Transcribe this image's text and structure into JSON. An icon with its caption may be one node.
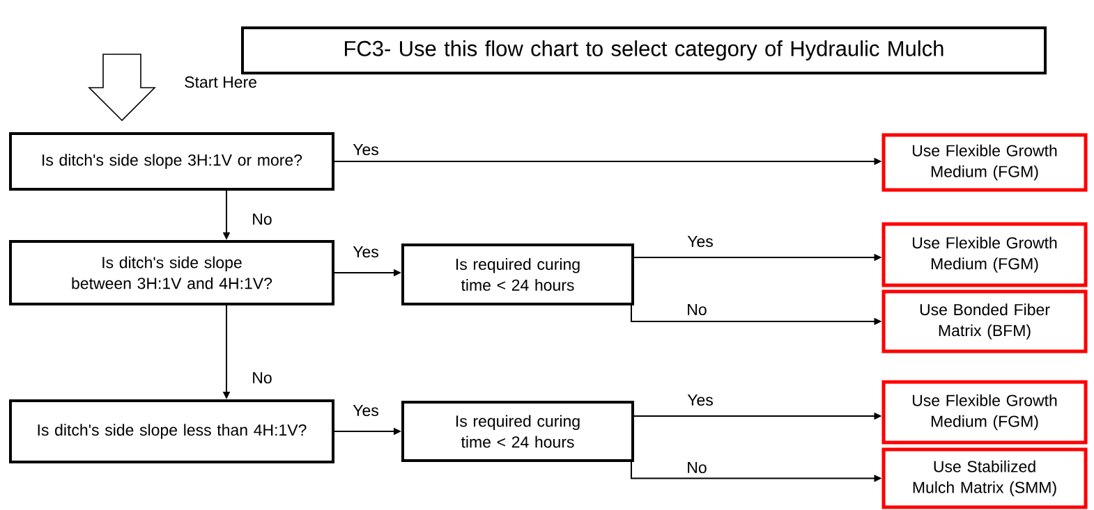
{
  "diagram": {
    "nodes": [
      {
        "text": [
          "FC3- Use this flow chart to select category of Hydraulic Mulch"
        ]
      },
      {
        "text": [
          "Is ditch's side slope 3H:1V or more?"
        ]
      },
      {
        "text": [
          "Use Flexible Growth Medium (FGM)"
        ]
      },
      {
        "text": [
          "Is ditch's side slope between 3H:1V and 4H:1V?"
        ]
      },
      {
        "text": [
          "Is required curing time < 24 hours"
        ]
      },
      {
        "text": [
          "Use Flexible Growth Medium (FGM)"
        ]
      },
      {
        "text": [
          "Use Bonded Fiber Matrix (BFM)"
        ]
      },
      {
        "text": [
          "Is ditch's side slope less than 4H:1V?"
        ]
      },
      {
        "text": [
          "Is required curing time < 24 hours"
        ]
      },
      {
        "text": [
          "Use Flexible Growth Medium (FGM)"
        ]
      },
      {
        "text": [
          "Use Stabilized Mulch Matrix (SMM)"
        ]
      }
    ],
    "edges": [
      {
        "from": null,
        "to": 1,
        "arrow": "to",
        "label": "Start Here"
      },
      {
        "from": 1,
        "to": 2,
        "arrow": "to",
        "label": "Yes"
      },
      {
        "from": 1,
        "to": 3,
        "arrow": "to",
        "label": "No"
      },
      {
        "from": 3,
        "to": 4,
        "arrow": "to",
        "label": "Yes"
      },
      {
        "from": 4,
        "to": 5,
        "arrow": "to",
        "label": "Yes"
      },
      {
        "from": 4,
        "to": 6,
        "arrow": "to",
        "label": "No"
      },
      {
        "from": 3,
        "to": 7,
        "arrow": "to",
        "label": "No"
      },
      {
        "from": 7,
        "to": 8,
        "arrow": "to",
        "label": "Yes"
      },
      {
        "from": 8,
        "to": 9,
        "arrow": "to",
        "label": "Yes"
      },
      {
        "from": 8,
        "to": 10,
        "arrow": "to",
        "label": "No"
      }
    ]
  }
}
